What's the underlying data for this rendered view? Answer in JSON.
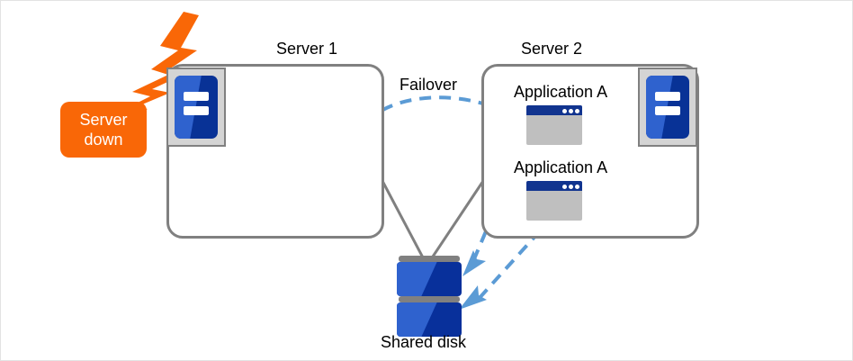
{
  "diagram": {
    "title": "Failover cluster diagram",
    "colors": {
      "alert_orange": "#f96707",
      "arrow_blue": "#5b9bd5",
      "box_gray": "#808080",
      "icon_blue_dark": "#08309b",
      "icon_blue_light": "#2f62ce",
      "window_titlebar": "#11348f",
      "window_body": "#bfbfbf"
    },
    "labels": {
      "server1": "Server 1",
      "server2": "Server 2",
      "failover": "Failover",
      "shared_disk": "Shared disk"
    },
    "alert_badge": {
      "line1": "Server",
      "line2": "down",
      "icon": "lightning-burst-icon"
    },
    "server1": {
      "name": "Server 1",
      "applications": [],
      "status": "down",
      "icon": "server-tower-icon"
    },
    "server2": {
      "name": "Server 2",
      "applications": [
        {
          "label": "Application A",
          "icon": "app-window-icon"
        },
        {
          "label": "Application A",
          "icon": "app-window-icon"
        }
      ],
      "status": "active",
      "icon": "server-tower-icon"
    },
    "shared_disk": {
      "label": "Shared disk",
      "icon": "disk-stack-icon",
      "platters": 2
    },
    "connections": [
      {
        "from": "Server 1",
        "to": "Shared disk",
        "style": "solid",
        "color": "#808080"
      },
      {
        "from": "Server 2",
        "to": "Shared disk",
        "style": "solid",
        "color": "#808080"
      },
      {
        "from": "Server 1",
        "to": "Server 2",
        "style": "dashed-arrow",
        "label": "Failover",
        "color": "#5b9bd5"
      },
      {
        "from": "Application A (1)",
        "to": "Shared disk",
        "style": "dashed-arrow",
        "color": "#5b9bd5"
      },
      {
        "from": "Application A (2)",
        "to": "Shared disk",
        "style": "dashed-arrow",
        "color": "#5b9bd5"
      }
    ]
  }
}
